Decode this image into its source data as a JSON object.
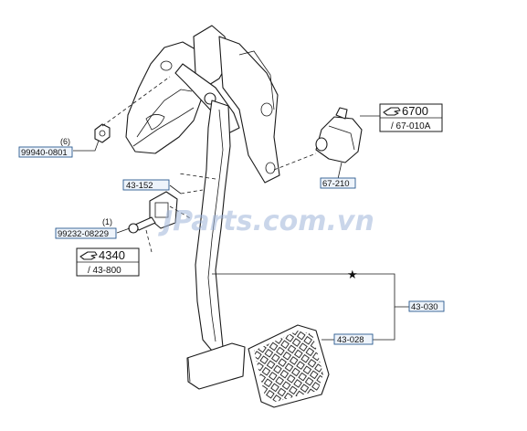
{
  "parts": {
    "nut": {
      "code": "99940-0801",
      "qty": "(6)"
    },
    "switch_bracket": {
      "code": "43-152"
    },
    "stopper_bolt": {
      "code": "99232-08229",
      "qty": "(1)"
    },
    "pedal_pad": {
      "code": "43-028"
    },
    "pedal_assembly": {
      "code": "43-030"
    },
    "switch_assy": {
      "code": "67-210"
    }
  },
  "refs": {
    "ref_6700": {
      "number": "6700",
      "sub": "/ 67-010A"
    },
    "ref_4340": {
      "number": "4340",
      "sub": "/ 43-800"
    }
  },
  "marker": "★",
  "watermark": "JParts.com.vn",
  "colors": {
    "label_box_fill": "#eef4fb",
    "label_box_border": "#2a5a90",
    "watermark": "#9fb4d8"
  }
}
